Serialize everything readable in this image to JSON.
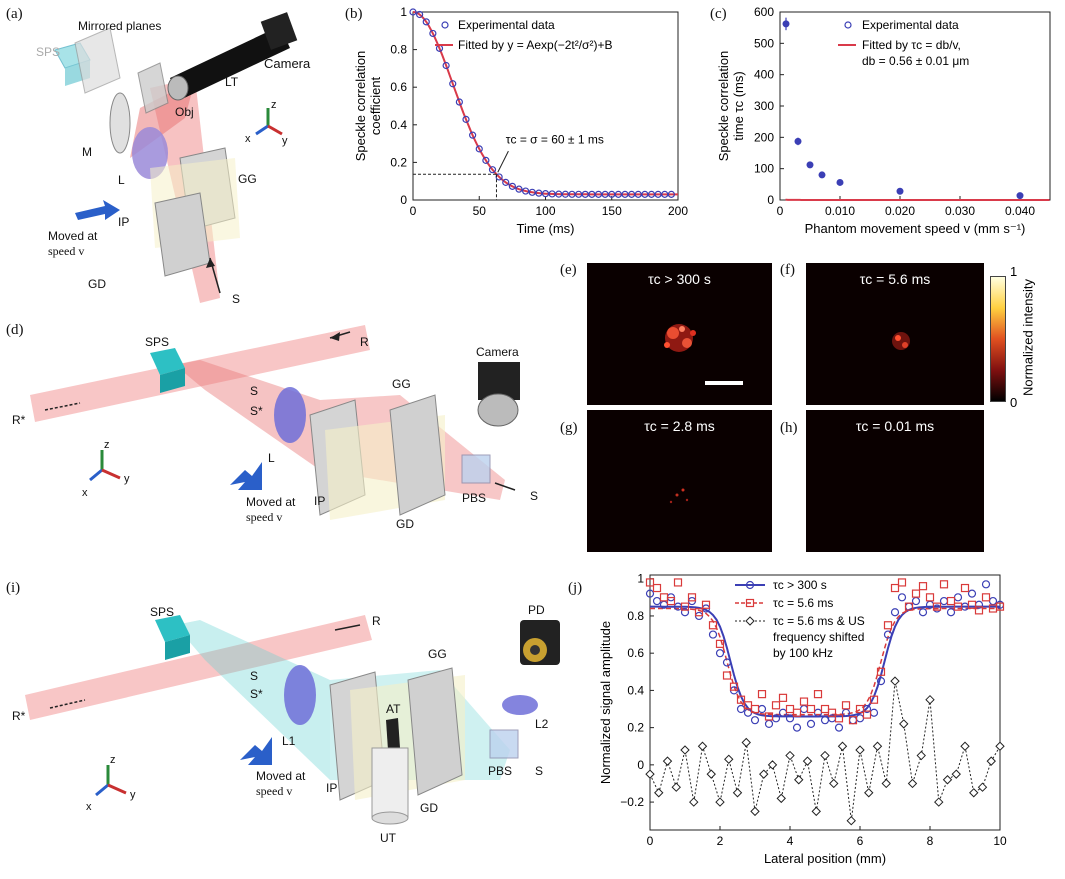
{
  "panels": {
    "a": {
      "label": "(a)",
      "texts": {
        "sps": "SPS",
        "mirrored": "Mirrored planes",
        "camera": "Camera",
        "lt": "LT",
        "obj": "Obj",
        "m": "M",
        "l": "L",
        "gg": "GG",
        "ip": "IP",
        "moved": "Moved at",
        "speed": "speed v",
        "gd": "GD",
        "s": "S",
        "z": "z",
        "x": "x",
        "y": "y"
      }
    },
    "d": {
      "label": "(d)",
      "texts": {
        "sps": "SPS",
        "r": "R",
        "rstar": "R*",
        "s": "S",
        "sstar": "S*",
        "gg": "GG",
        "camera": "Camera",
        "l": "L",
        "ip": "IP",
        "moved": "Moved at",
        "speed": "speed v",
        "gd": "GD",
        "pbs": "PBS",
        "s2": "S",
        "z": "z",
        "x": "x",
        "y": "y"
      }
    },
    "i": {
      "label": "(i)",
      "texts": {
        "sps": "SPS",
        "r": "R",
        "rstar": "R*",
        "s": "S",
        "sstar": "S*",
        "gg": "GG",
        "pd": "PD",
        "at": "AT",
        "l1": "L1",
        "l2": "L2",
        "ip": "IP",
        "moved": "Moved at",
        "speed": "speed v",
        "ut": "UT",
        "gd": "GD",
        "pbs": "PBS",
        "s2": "S",
        "z": "z",
        "x": "x",
        "y": "y"
      }
    },
    "e": {
      "label": "(e)",
      "text": "τc > 300 s"
    },
    "f": {
      "label": "(f)",
      "text": "τc = 5.6 ms"
    },
    "g": {
      "label": "(g)",
      "text": "τc = 2.8 ms"
    },
    "h": {
      "label": "(h)",
      "text": "τc = 0.01 ms"
    },
    "colorbar": {
      "title": "Normalized intensity",
      "max": "1",
      "min": "0"
    }
  },
  "chart_data": [
    {
      "panel": "(b)",
      "type": "scatter",
      "xlabel": "Time (ms)",
      "ylabel_lines": [
        "Speckle correlation",
        "coefficient"
      ],
      "xlim": [
        0,
        200
      ],
      "ylim": [
        0,
        1
      ],
      "xticks": [
        "0",
        "50",
        "100",
        "150",
        "200"
      ],
      "yticks": [
        "0",
        "0.2",
        "0.4",
        "0.6",
        "0.8",
        "1"
      ],
      "legend": [
        "Experimental data",
        "Fitted by y = Aexp(−2t²/σ²)+B"
      ],
      "annotation": "τc = σ = 60 ± 1 ms",
      "fit": {
        "A": 0.97,
        "sigma": 60,
        "B": 0.03
      },
      "marker_x": 63,
      "points_x": [
        0,
        5,
        10,
        15,
        20,
        25,
        30,
        35,
        40,
        45,
        50,
        55,
        60,
        65,
        70,
        75,
        80,
        85,
        90,
        95,
        100,
        105,
        110,
        115,
        120,
        125,
        130,
        135,
        140,
        145,
        150,
        155,
        160,
        165,
        170,
        175,
        180,
        185,
        190,
        195
      ]
    },
    {
      "panel": "(c)",
      "type": "scatter",
      "xlabel": "Phantom movement speed v (mm s⁻¹)",
      "ylabel_lines": [
        "Speckle correlation",
        "time τc (ms)"
      ],
      "xlim": [
        0,
        0.045
      ],
      "ylim": [
        0,
        600
      ],
      "xticks": [
        "0",
        "0.010",
        "0.020",
        "0.030",
        "0.040"
      ],
      "yticks": [
        "0",
        "100",
        "200",
        "300",
        "400",
        "500",
        "600"
      ],
      "legend": [
        "Experimental data",
        "Fitted by τc = db/v,",
        "db = 0.56 ± 0.01 μm"
      ],
      "points": [
        {
          "x": 0.001,
          "y": 562,
          "err": 20
        },
        {
          "x": 0.003,
          "y": 187,
          "err": 12
        },
        {
          "x": 0.005,
          "y": 112,
          "err": 8
        },
        {
          "x": 0.007,
          "y": 80,
          "err": 5
        },
        {
          "x": 0.01,
          "y": 56,
          "err": 3
        },
        {
          "x": 0.02,
          "y": 28,
          "err": 2
        },
        {
          "x": 0.04,
          "y": 14,
          "err": 1
        }
      ],
      "fit_db": 0.56
    },
    {
      "panel": "(j)",
      "type": "scatter",
      "xlabel": "Lateral position (mm)",
      "ylabel": "Normalized signal amplitude",
      "xlim": [
        0,
        10
      ],
      "ylim": [
        -0.35,
        1.02
      ],
      "xticks": [
        "0",
        "2",
        "4",
        "6",
        "8",
        "10"
      ],
      "yticks": [
        "−0.2",
        "0",
        "0.2",
        "0.4",
        "0.6",
        "0.8",
        "1"
      ],
      "legend": [
        "τc > 300 s",
        "τc = 5.6 ms",
        "τc = 5.6 ms & US",
        "frequency shifted",
        "by 100 kHz"
      ],
      "series": [
        {
          "name": "τc > 300 s",
          "color": "#3b3fb5",
          "x": [
            0,
            0.2,
            0.4,
            0.6,
            0.8,
            1.0,
            1.2,
            1.4,
            1.6,
            1.8,
            2.0,
            2.2,
            2.4,
            2.6,
            2.8,
            3.0,
            3.2,
            3.4,
            3.6,
            3.8,
            4.0,
            4.2,
            4.4,
            4.6,
            4.8,
            5.0,
            5.2,
            5.4,
            5.6,
            5.8,
            6.0,
            6.2,
            6.4,
            6.6,
            6.8,
            7.0,
            7.2,
            7.4,
            7.6,
            7.8,
            8.0,
            8.2,
            8.4,
            8.6,
            8.8,
            9.0,
            9.2,
            9.4,
            9.6,
            9.8,
            10.0
          ],
          "y": [
            0.92,
            0.88,
            0.86,
            0.9,
            0.85,
            0.82,
            0.88,
            0.8,
            0.84,
            0.7,
            0.6,
            0.55,
            0.4,
            0.3,
            0.28,
            0.24,
            0.3,
            0.22,
            0.25,
            0.28,
            0.25,
            0.2,
            0.3,
            0.22,
            0.28,
            0.24,
            0.25,
            0.2,
            0.28,
            0.24,
            0.25,
            0.3,
            0.28,
            0.45,
            0.7,
            0.82,
            0.9,
            0.85,
            0.88,
            0.82,
            0.86,
            0.84,
            0.88,
            0.82,
            0.9,
            0.85,
            0.92,
            0.86,
            0.97,
            0.88,
            0.86
          ]
        },
        {
          "name": "τc = 5.6 ms",
          "color": "#d93a3a",
          "x": [
            0,
            0.2,
            0.4,
            0.6,
            0.8,
            1.0,
            1.2,
            1.4,
            1.6,
            1.8,
            2.0,
            2.2,
            2.4,
            2.6,
            2.8,
            3.0,
            3.2,
            3.4,
            3.6,
            3.8,
            4.0,
            4.2,
            4.4,
            4.6,
            4.8,
            5.0,
            5.2,
            5.4,
            5.6,
            5.8,
            6.0,
            6.2,
            6.4,
            6.6,
            6.8,
            7.0,
            7.2,
            7.4,
            7.6,
            7.8,
            8.0,
            8.2,
            8.4,
            8.6,
            8.8,
            9.0,
            9.2,
            9.4,
            9.6,
            9.8,
            10.0
          ],
          "y": [
            0.98,
            0.95,
            0.9,
            0.88,
            0.98,
            0.85,
            0.9,
            0.82,
            0.86,
            0.75,
            0.65,
            0.48,
            0.42,
            0.35,
            0.32,
            0.3,
            0.38,
            0.26,
            0.32,
            0.36,
            0.3,
            0.28,
            0.34,
            0.3,
            0.38,
            0.3,
            0.28,
            0.25,
            0.32,
            0.24,
            0.3,
            0.27,
            0.35,
            0.5,
            0.75,
            0.95,
            0.98,
            0.85,
            0.92,
            0.96,
            0.9,
            0.85,
            0.97,
            0.88,
            0.85,
            0.95,
            0.86,
            0.83,
            0.9,
            0.84,
            0.85
          ]
        },
        {
          "name": "τc = 5.6 ms & US frequency shifted by 100 kHz",
          "color": "#222222",
          "x": [
            0,
            0.25,
            0.5,
            0.75,
            1.0,
            1.25,
            1.5,
            1.75,
            2.0,
            2.25,
            2.5,
            2.75,
            3.0,
            3.25,
            3.5,
            3.75,
            4.0,
            4.25,
            4.5,
            4.75,
            5.0,
            5.25,
            5.5,
            5.75,
            6.0,
            6.25,
            6.5,
            6.75,
            7.0,
            7.25,
            7.5,
            7.75,
            8.0,
            8.25,
            8.5,
            8.75,
            9.0,
            9.25,
            9.5,
            9.75,
            10.0
          ],
          "y": [
            -0.05,
            -0.15,
            0.02,
            -0.12,
            0.08,
            -0.2,
            0.1,
            -0.05,
            -0.2,
            0.03,
            -0.15,
            0.12,
            -0.25,
            -0.05,
            0.0,
            -0.18,
            0.05,
            -0.08,
            0.02,
            -0.25,
            0.05,
            -0.1,
            0.1,
            -0.3,
            0.08,
            -0.15,
            0.1,
            -0.1,
            0.45,
            0.22,
            -0.1,
            0.05,
            0.35,
            -0.2,
            -0.08,
            -0.05,
            0.1,
            -0.15,
            -0.12,
            0.02,
            0.1
          ]
        }
      ]
    }
  ]
}
